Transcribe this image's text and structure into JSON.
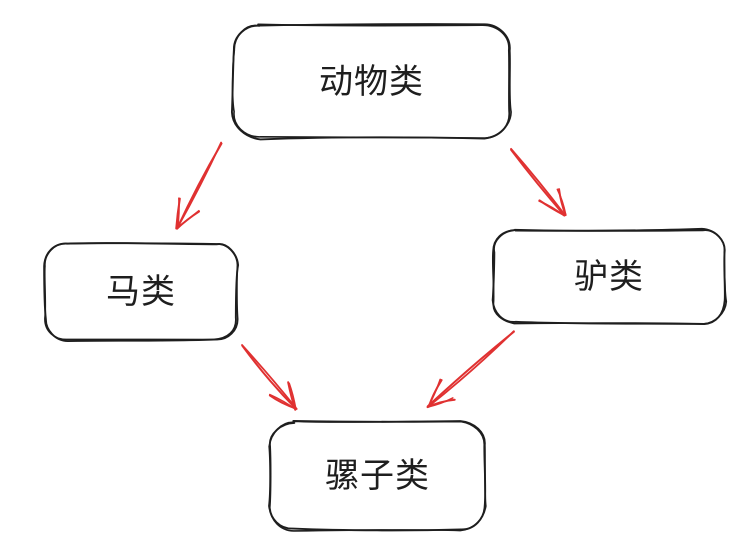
{
  "diagram": {
    "type": "flowchart",
    "style": "hand-drawn",
    "background_color": "#ffffff",
    "node_border_color": "#1e1e1e",
    "label_color": "#1e1e1e",
    "arrow_color": "#e03131",
    "nodes": [
      {
        "id": "animal",
        "label": "动物类"
      },
      {
        "id": "horse",
        "label": "马类"
      },
      {
        "id": "donkey",
        "label": "驴类"
      },
      {
        "id": "mule",
        "label": "骡子类"
      }
    ],
    "edges": [
      {
        "from": "animal",
        "to": "horse"
      },
      {
        "from": "animal",
        "to": "donkey"
      },
      {
        "from": "horse",
        "to": "mule"
      },
      {
        "from": "donkey",
        "to": "mule"
      }
    ]
  }
}
